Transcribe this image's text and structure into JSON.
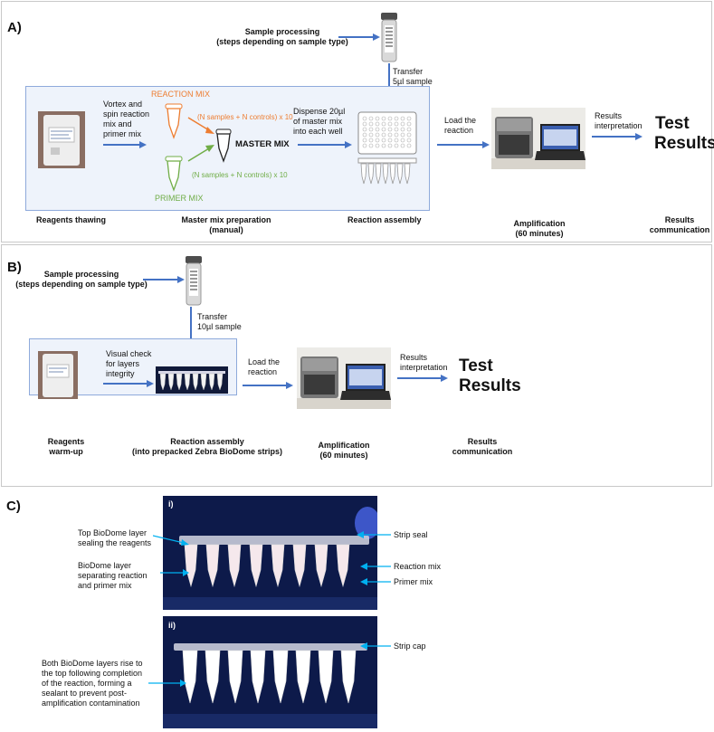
{
  "panelA": {
    "label": "A)",
    "sample_processing": "Sample processing",
    "sample_processing_sub": "(steps depending on sample type)",
    "transfer": "Transfer",
    "transfer_amount": "5µl sample",
    "vortex_lines": [
      "Vortex and",
      "spin reaction",
      "mix and",
      "primer mix"
    ],
    "reaction_mix": "REACTION MIX",
    "reaction_formula": "(N samples + N controls) x 10",
    "master_mix": "MASTER MIX",
    "primer_formula": "(N samples + N controls) x 10",
    "primer_mix": "PRIMER MIX",
    "dispense_lines": [
      "Dispense 20µl",
      "of master mix",
      "into each well"
    ],
    "load_lines": [
      "Load the",
      "reaction"
    ],
    "results_interp_lines": [
      "Results",
      "interpretation"
    ],
    "test_results_lines": [
      "Test",
      "Results"
    ],
    "step_reagents": "Reagents thawing",
    "step_master_lines": [
      "Master mix preparation",
      "(manual)"
    ],
    "step_assembly": "Reaction assembly",
    "step_amp_lines": [
      "Amplification",
      "(60 minutes)"
    ],
    "step_results_lines": [
      "Results",
      "communication"
    ]
  },
  "panelB": {
    "label": "B)",
    "sample_processing": "Sample processing",
    "sample_processing_sub": "(steps depending on sample type)",
    "transfer": "Transfer",
    "transfer_amount": "10µl sample",
    "visual_lines": [
      "Visual check",
      "for layers",
      "integrity"
    ],
    "load_lines": [
      "Load the",
      "reaction"
    ],
    "results_interp_lines": [
      "Results",
      "interpretation"
    ],
    "test_results_lines": [
      "Test",
      "Results"
    ],
    "step_reagents_lines": [
      "Reagents",
      "warm-up"
    ],
    "step_assembly_lines": [
      "Reaction assembly",
      "(into prepacked Zebra BioDome strips)"
    ],
    "step_amp_lines": [
      "Amplification",
      "(60 minutes)"
    ],
    "step_results_lines": [
      "Results",
      "communication"
    ]
  },
  "panelC": {
    "label": "C)",
    "photo_i": "i)",
    "photo_ii": "ii)",
    "top_layer_lines": [
      "Top BioDome layer",
      "sealing the reagents"
    ],
    "sep_layer_lines": [
      "BioDome layer",
      "separating reaction",
      "and primer mix"
    ],
    "strip_seal": "Strip seal",
    "reaction_mix": "Reaction mix",
    "primer_mix": "Primer mix",
    "strip_cap": "Strip cap",
    "both_lines": [
      "Both BioDome layers rise to",
      "the top following completion",
      "of the reaction, forming a",
      "sealant to prevent post-",
      "amplification contamination"
    ]
  },
  "colors": {
    "arrow": "#4472c4",
    "reaction": "#ed7d31",
    "primer": "#70ad47",
    "callout": "#00b0f0",
    "photo_bg": "#0d1a4a"
  }
}
